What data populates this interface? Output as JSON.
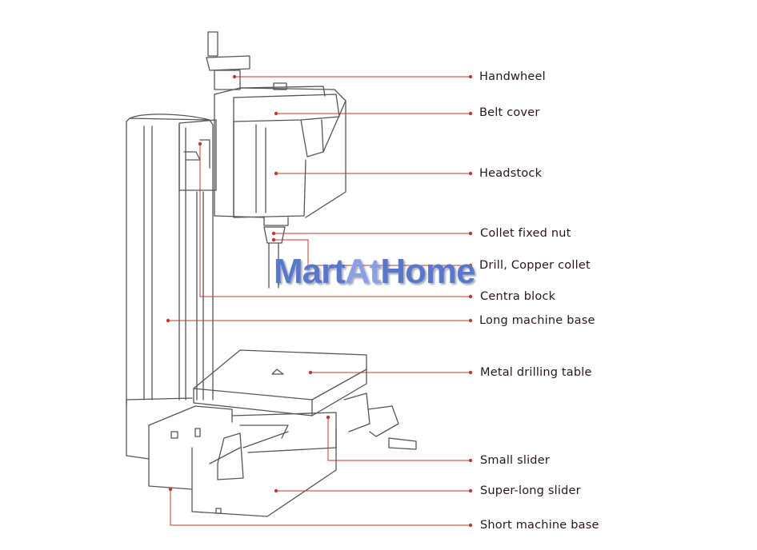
{
  "diagram": {
    "labels": [
      {
        "key": "handwheel",
        "text": "Handwheel"
      },
      {
        "key": "belt-cover",
        "text": "Belt cover"
      },
      {
        "key": "headstock",
        "text": "Headstock"
      },
      {
        "key": "collet-fixed-nut",
        "text": "Collet fixed nut"
      },
      {
        "key": "drill-copper-collet",
        "text": "Drill, Copper collet"
      },
      {
        "key": "centra-block",
        "text": "Centra block"
      },
      {
        "key": "long-machine-base",
        "text": "Long machine base"
      },
      {
        "key": "metal-drilling-table",
        "text": "Metal drilling table"
      },
      {
        "key": "small-slider",
        "text": "Small slider"
      },
      {
        "key": "super-long-slider",
        "text": "Super-long slider"
      },
      {
        "key": "short-machine-base",
        "text": "Short machine base"
      }
    ],
    "watermark": "MartAtHome"
  },
  "colors": {
    "leader_line": "#c0392b",
    "sketch": "#555555",
    "label_text": "#2b1616",
    "watermark": "#5a78c8"
  }
}
